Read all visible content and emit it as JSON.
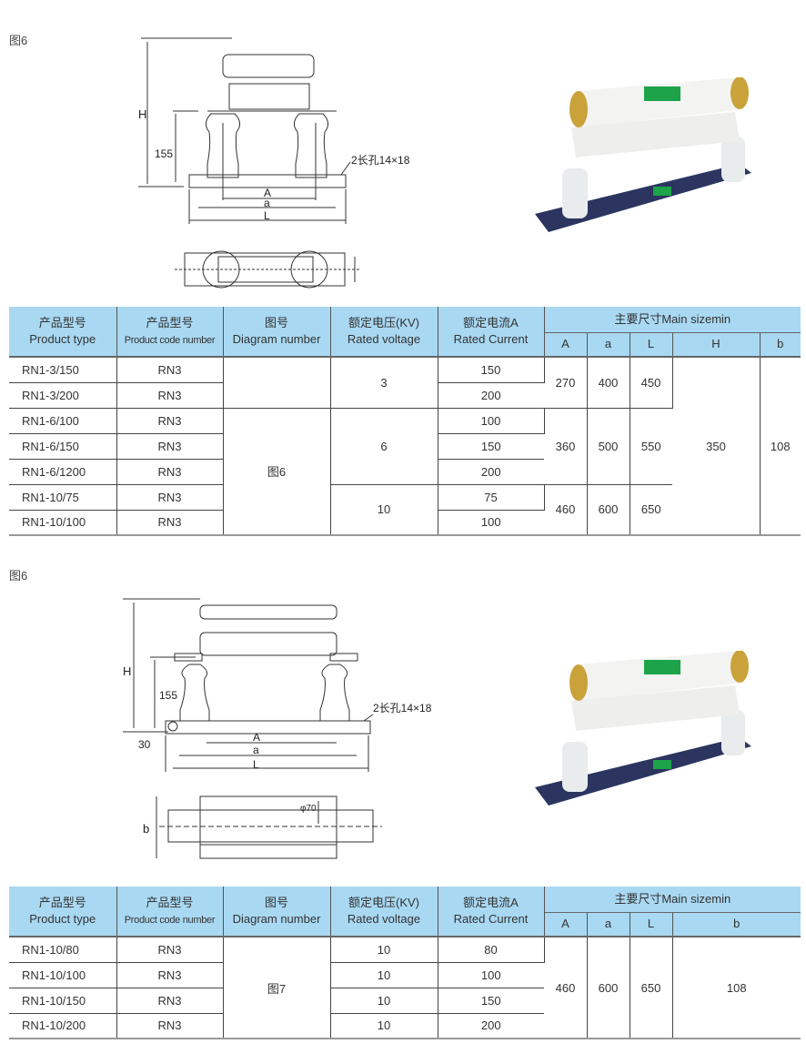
{
  "section1": {
    "label": "图6",
    "diagram": {
      "H": "H",
      "h155": "155",
      "hole": "2长孔14×18",
      "A": "A",
      "a": "a",
      "L": "L"
    },
    "table": {
      "headers": {
        "type_cn": "产品型号",
        "type_en": "Product type",
        "code_cn": "产品型号",
        "code_en": "Product code number",
        "diag_cn": "图号",
        "diag_en": "Diagram number",
        "volt_cn": "额定电压(KV)",
        "volt_en": "Rated voltage",
        "curr_cn": "额定电流A",
        "curr_en": "Rated Current",
        "main": "主要尺寸Main sizemin",
        "A": "A",
        "a": "a",
        "L": "L",
        "H": "H",
        "b": "b"
      },
      "rows": [
        {
          "type": "RN1-3/150",
          "code": "RN3",
          "current": "150"
        },
        {
          "type": "RN1-3/200",
          "code": "RN3",
          "current": "200"
        },
        {
          "type": "RN1-6/100",
          "code": "RN3",
          "current": "100"
        },
        {
          "type": "RN1-6/150",
          "code": "RN3",
          "current": "150"
        },
        {
          "type": "RN1-6/1200",
          "code": "RN3",
          "current": "200"
        },
        {
          "type": "RN1-10/75",
          "code": "RN3",
          "current": "75"
        },
        {
          "type": "RN1-10/100",
          "code": "RN3",
          "current": "100"
        }
      ],
      "diagram": "图6",
      "voltages": [
        "3",
        "6",
        "10"
      ],
      "dims": [
        {
          "A": "270",
          "a": "400",
          "L": "450"
        },
        {
          "A": "360",
          "a": "500",
          "L": "550"
        },
        {
          "A": "460",
          "a": "600",
          "L": "650"
        }
      ],
      "H": "350",
      "b": "108"
    }
  },
  "section2": {
    "label": "图6",
    "diagram": {
      "H": "H",
      "h155": "155",
      "h30": "30",
      "hole": "2长孔14×18",
      "A": "A",
      "a": "a",
      "L": "L",
      "b": "b",
      "phi": "φ70"
    },
    "table": {
      "headers": {
        "type_cn": "产品型号",
        "type_en": "Product type",
        "code_cn": "产品型号",
        "code_en": "Product code number",
        "diag_cn": "图号",
        "diag_en": "Diagram number",
        "volt_cn": "额定电压(KV)",
        "volt_en": "Rated voltage",
        "curr_cn": "额定电流A",
        "curr_en": "Rated Current",
        "main": "主要尺寸Main sizemin",
        "A": "A",
        "a": "a",
        "L": "L",
        "b": "b"
      },
      "rows": [
        {
          "type": "RN1-10/80",
          "code": "RN3",
          "voltage": "10",
          "current": "80"
        },
        {
          "type": "RN1-10/100",
          "code": "RN3",
          "voltage": "10",
          "current": "100"
        },
        {
          "type": "RN1-10/150",
          "code": "RN3",
          "voltage": "10",
          "current": "150"
        },
        {
          "type": "RN1-10/200",
          "code": "RN3",
          "voltage": "10",
          "current": "200"
        }
      ],
      "diagram": "图7",
      "dims": {
        "A": "460",
        "a": "600",
        "L": "650",
        "b": "108"
      }
    }
  }
}
